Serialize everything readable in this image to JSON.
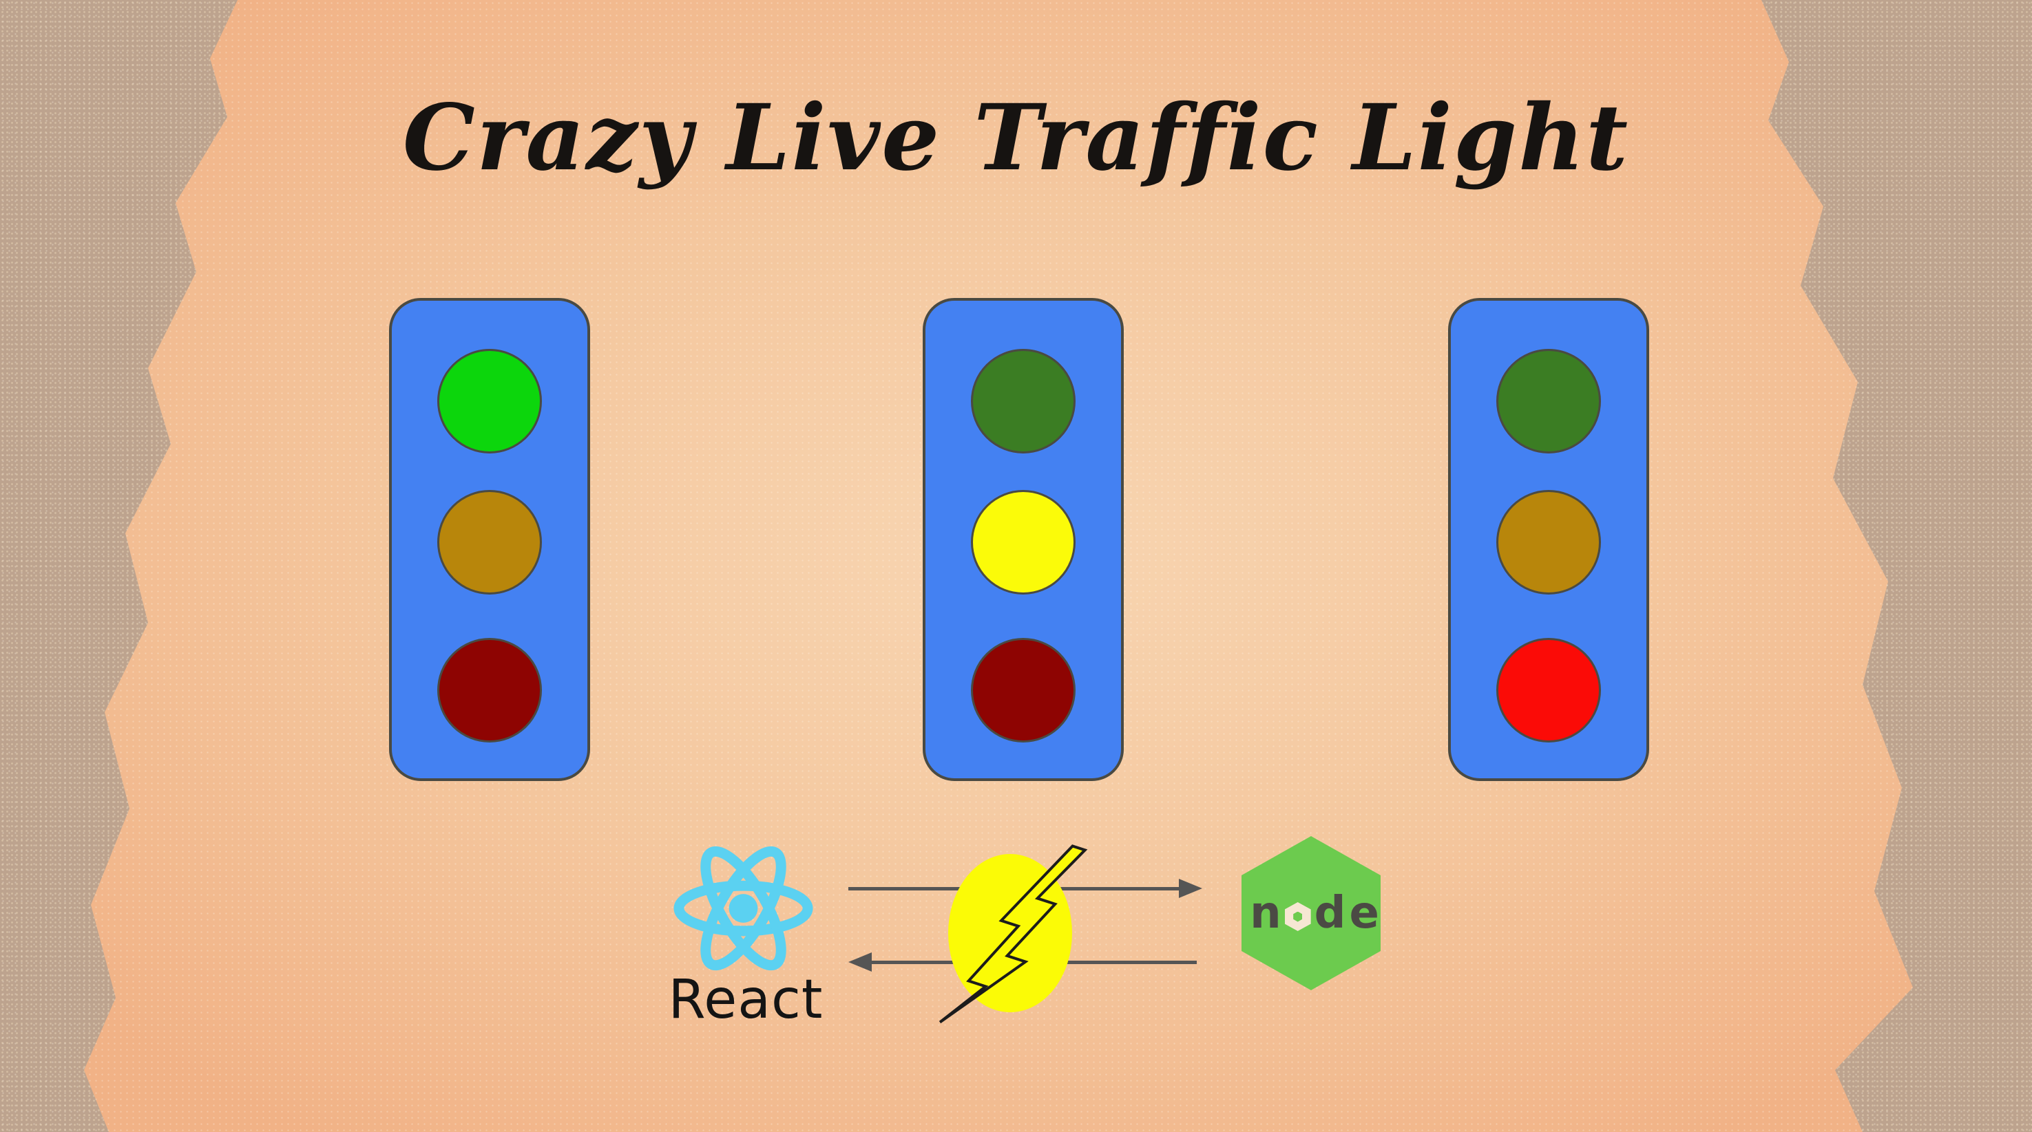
{
  "title": "Crazy Live Traffic Light",
  "palette": {
    "bg_center": "#f8d5b1",
    "bg_edge": "#f1b286",
    "grunge_tan": "#bda38e",
    "grunge_dot": "#d3bca2",
    "title_black": "#161311",
    "light_body_blue": "#4481f2",
    "light_outline": "#4a4a42",
    "arrow_gray": "#555555",
    "react_cyan": "#5bd1f1",
    "react_text": "#141414",
    "bolt_yellow": "#fbfb06",
    "bolt_outline": "#1c1c1c",
    "node_green": "#6ccb4e",
    "node_text": "#4b4a44",
    "node_o_cream": "#f6e7d3"
  },
  "traffic_lights": [
    {
      "id": "left",
      "active_light": "green",
      "bulbs": [
        {
          "name": "green",
          "state": "on",
          "color": "#0cd60c"
        },
        {
          "name": "yellow",
          "state": "off",
          "color": "#b8860b"
        },
        {
          "name": "red",
          "state": "off",
          "color": "#8e0402"
        }
      ]
    },
    {
      "id": "middle",
      "active_light": "yellow",
      "bulbs": [
        {
          "name": "green",
          "state": "off",
          "color": "#3b7d23"
        },
        {
          "name": "yellow",
          "state": "on",
          "color": "#fbfb09"
        },
        {
          "name": "red",
          "state": "off",
          "color": "#8e0402"
        }
      ]
    },
    {
      "id": "right",
      "active_light": "red",
      "bulbs": [
        {
          "name": "green",
          "state": "off",
          "color": "#3b7d23"
        },
        {
          "name": "yellow",
          "state": "off",
          "color": "#b8860b"
        },
        {
          "name": "red",
          "state": "on",
          "color": "#fb0b07"
        }
      ]
    }
  ],
  "tech_stack": {
    "react_label": "React",
    "node_word": "node",
    "node_letters": [
      "n",
      "d",
      "e"
    ]
  }
}
